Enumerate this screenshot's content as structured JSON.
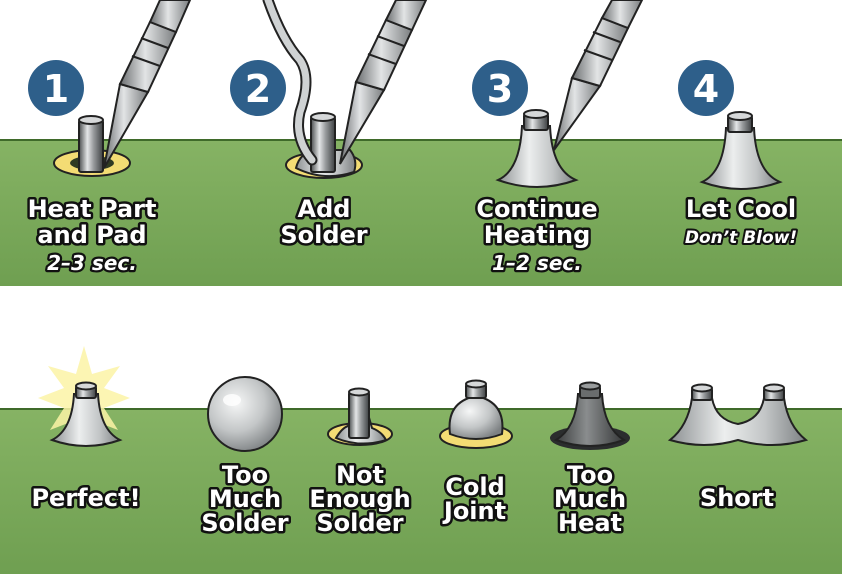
{
  "colors": {
    "board_green": "#7aa85a",
    "board_green_dark": "#5f8f44",
    "badge_blue": "#2e5f8a",
    "pad_yellow": "#f3dc74",
    "solder_silver": "#c9cccd",
    "overheated": "#5b5e5e"
  },
  "steps": [
    {
      "number": "1",
      "lines": [
        "Heat Part",
        "and Pad"
      ],
      "note": "2–3 sec."
    },
    {
      "number": "2",
      "lines": [
        "Add",
        "Solder"
      ],
      "note": ""
    },
    {
      "number": "3",
      "lines": [
        "Continue",
        "Heating"
      ],
      "note": "1–2 sec."
    },
    {
      "number": "4",
      "lines": [
        "Let Cool"
      ],
      "note": "Don’t Blow!"
    }
  ],
  "results": [
    {
      "lines": [
        "Perfect!"
      ],
      "icon": "perfect-joint-icon"
    },
    {
      "lines": [
        "Too",
        "Much",
        "Solder"
      ],
      "icon": "ball-joint-icon"
    },
    {
      "lines": [
        "Not",
        "Enough",
        "Solder"
      ],
      "icon": "thin-joint-icon"
    },
    {
      "lines": [
        "Cold",
        "Joint"
      ],
      "icon": "cold-joint-icon"
    },
    {
      "lines": [
        "Too",
        "Much",
        "Heat"
      ],
      "icon": "burnt-joint-icon"
    },
    {
      "lines": [
        "Short"
      ],
      "icon": "bridged-joint-icon"
    }
  ]
}
